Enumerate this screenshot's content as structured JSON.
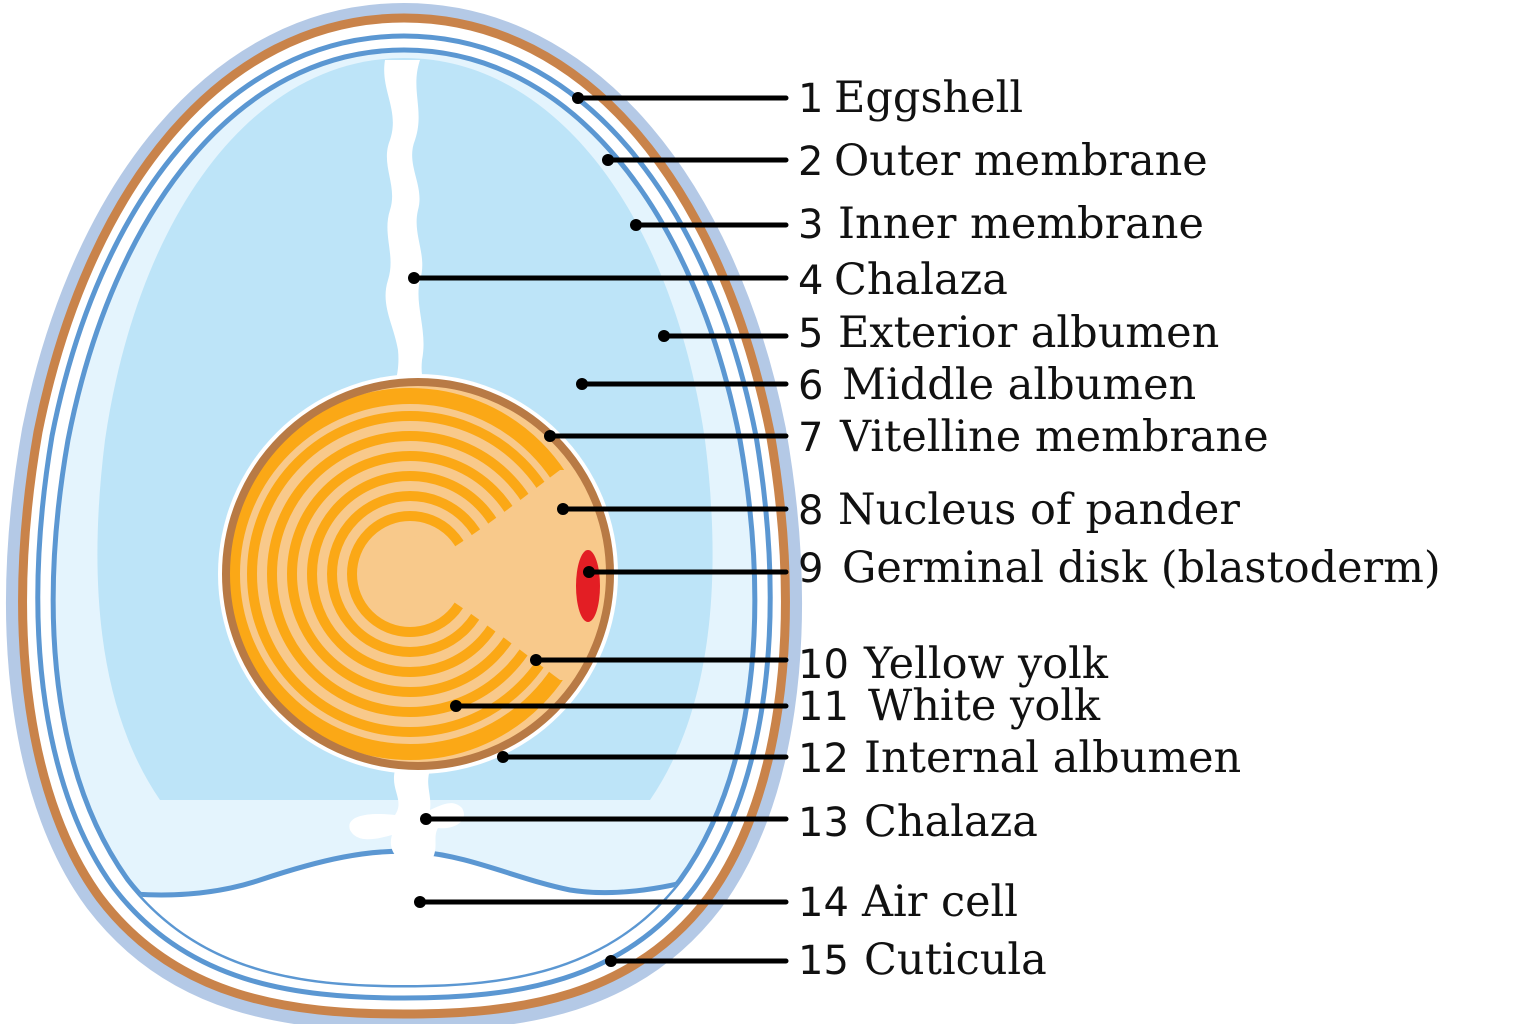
{
  "diagram": {
    "colors": {
      "shell": "#C9834A",
      "cuticle_halo": "#B4C9E6",
      "membrane": "#5B97D2",
      "albumen_middle": "#BDE4F8",
      "albumen_exterior": "#E4F4FD",
      "yolk_ring": "#B87A45",
      "yolk_light": "#F8C98B",
      "yolk_dark": "#FBA816",
      "germinal_disk": "#E31E24",
      "leader": "#000000"
    },
    "labels": [
      {
        "num": "1",
        "text": "Eggshell"
      },
      {
        "num": "2",
        "text": "Outer membrane"
      },
      {
        "num": "3",
        "text": "Inner membrane"
      },
      {
        "num": "4",
        "text": "Chalaza"
      },
      {
        "num": "5",
        "text": "Exterior albumen"
      },
      {
        "num": "6",
        "text": "Middle albumen"
      },
      {
        "num": "7",
        "text": "Vitelline membrane"
      },
      {
        "num": "8",
        "text": "Nucleus of pander"
      },
      {
        "num": "9",
        "text": "Germinal disk (blastoderm)"
      },
      {
        "num": "10",
        "text": "Yellow yolk"
      },
      {
        "num": "11",
        "text": "White yolk"
      },
      {
        "num": "12",
        "text": "Internal albumen"
      },
      {
        "num": "13",
        "text": "Chalaza"
      },
      {
        "num": "14",
        "text": "Air cell"
      },
      {
        "num": "15",
        "text": "Cuticula"
      }
    ]
  }
}
